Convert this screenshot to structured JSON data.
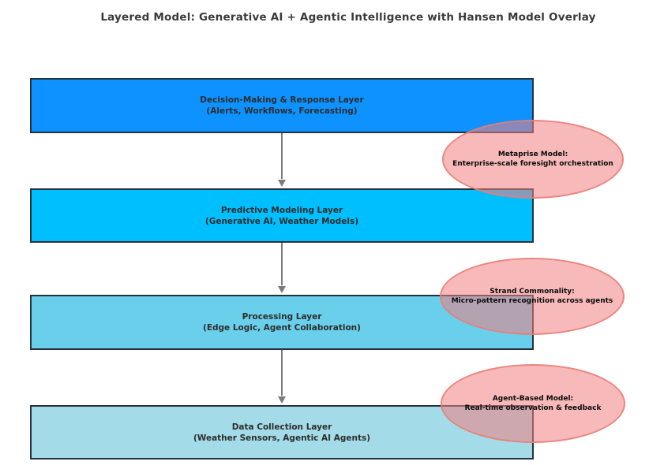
{
  "title": "Layered Model: Generative AI + Agentic Intelligence with Hansen Model Overlay",
  "layers": [
    {
      "title": "Decision-Making & Response Layer",
      "subtitle": "(Alerts, Workflows, Forecasting)",
      "fill": "#0e92ff"
    },
    {
      "title": "Predictive Modeling Layer",
      "subtitle": "(Generative AI, Weather Models)",
      "fill": "#00bfff"
    },
    {
      "title": "Processing Layer",
      "subtitle": "(Edge Logic, Agent Collaboration)",
      "fill": "#69cfeb"
    },
    {
      "title": "Data Collection Layer",
      "subtitle": "(Weather Sensors, Agentic AI Agents)",
      "fill": "#a3dbe8"
    }
  ],
  "overlays": [
    {
      "title": "Metaprise Model:",
      "subtitle": "Enterprise-scale foresight orchestration",
      "fill": "rgba(240,128,128,0.55)"
    },
    {
      "title": "Strand Commonality:",
      "subtitle": "Micro-pattern recognition across agents",
      "fill": "rgba(240,128,128,0.55)"
    },
    {
      "title": "Agent-Based Model:",
      "subtitle": "Real-time observation & feedback",
      "fill": "rgba(240,128,128,0.55)"
    }
  ],
  "colors": {
    "title_text": "#3a3a3a",
    "layer_border": "#25313c",
    "layer_text": "#2d2d2d",
    "arrow": "#7a7a7a",
    "overlay_border": "#e87e76",
    "overlay_text": "#0b0b0b",
    "background": "#ffffff"
  }
}
